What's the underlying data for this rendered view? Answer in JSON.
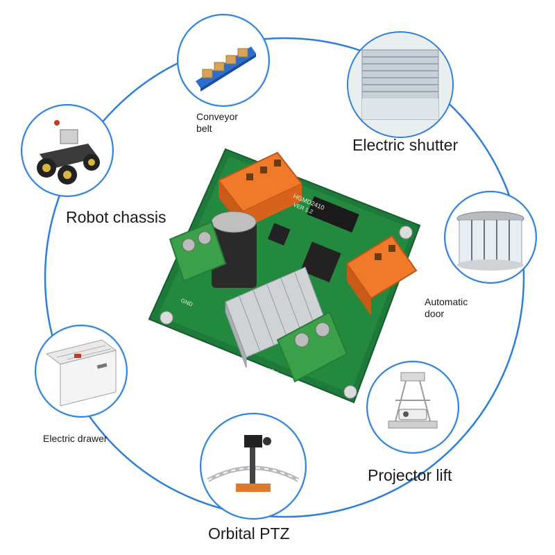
{
  "ring_color": "#2c7fd6",
  "board": {
    "pcb_color": "#1e7a3a",
    "terminal_orange": "#f07a2a",
    "terminal_green": "#3aa14a",
    "silkscreen_text": [
      "HGMD2410",
      "VER 1.2",
      "GND",
      "12V"
    ]
  },
  "applications": [
    {
      "icon": "conveyor-belt-icon",
      "label": "Conveyor",
      "label2": "belt"
    },
    {
      "icon": "electric-shutter-icon",
      "label": "Electric shutter"
    },
    {
      "icon": "automatic-door-icon",
      "label": "Automatic",
      "label2": "door"
    },
    {
      "icon": "projector-lift-icon",
      "label": "Projector lift"
    },
    {
      "icon": "orbital-ptz-icon",
      "label": "Orbital PTZ"
    },
    {
      "icon": "electric-drawer-icon",
      "label": "Electric drawer"
    },
    {
      "icon": "robot-chassis-icon",
      "label": "Robot chassis"
    }
  ]
}
